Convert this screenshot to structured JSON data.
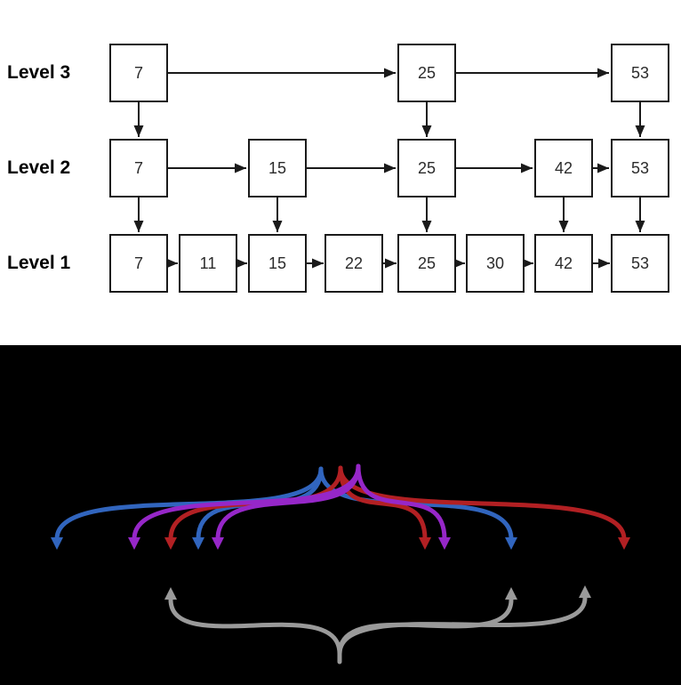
{
  "skiplist": {
    "levels": [
      {
        "label": "Level 3",
        "nodes": [
          "7",
          "25",
          "53"
        ]
      },
      {
        "label": "Level 2",
        "nodes": [
          "7",
          "15",
          "25",
          "42",
          "53"
        ]
      },
      {
        "label": "Level 1",
        "nodes": [
          "7",
          "11",
          "15",
          "22",
          "25",
          "30",
          "42",
          "53"
        ]
      }
    ],
    "line_color": "#1a1a1a",
    "box_background": "#ffffff"
  },
  "arc_panel": {
    "background": "#000000",
    "colors": {
      "blue": "#3165BE",
      "red": "#B22023",
      "purple": "#9627C8",
      "gray": "#9A9A9A"
    }
  }
}
